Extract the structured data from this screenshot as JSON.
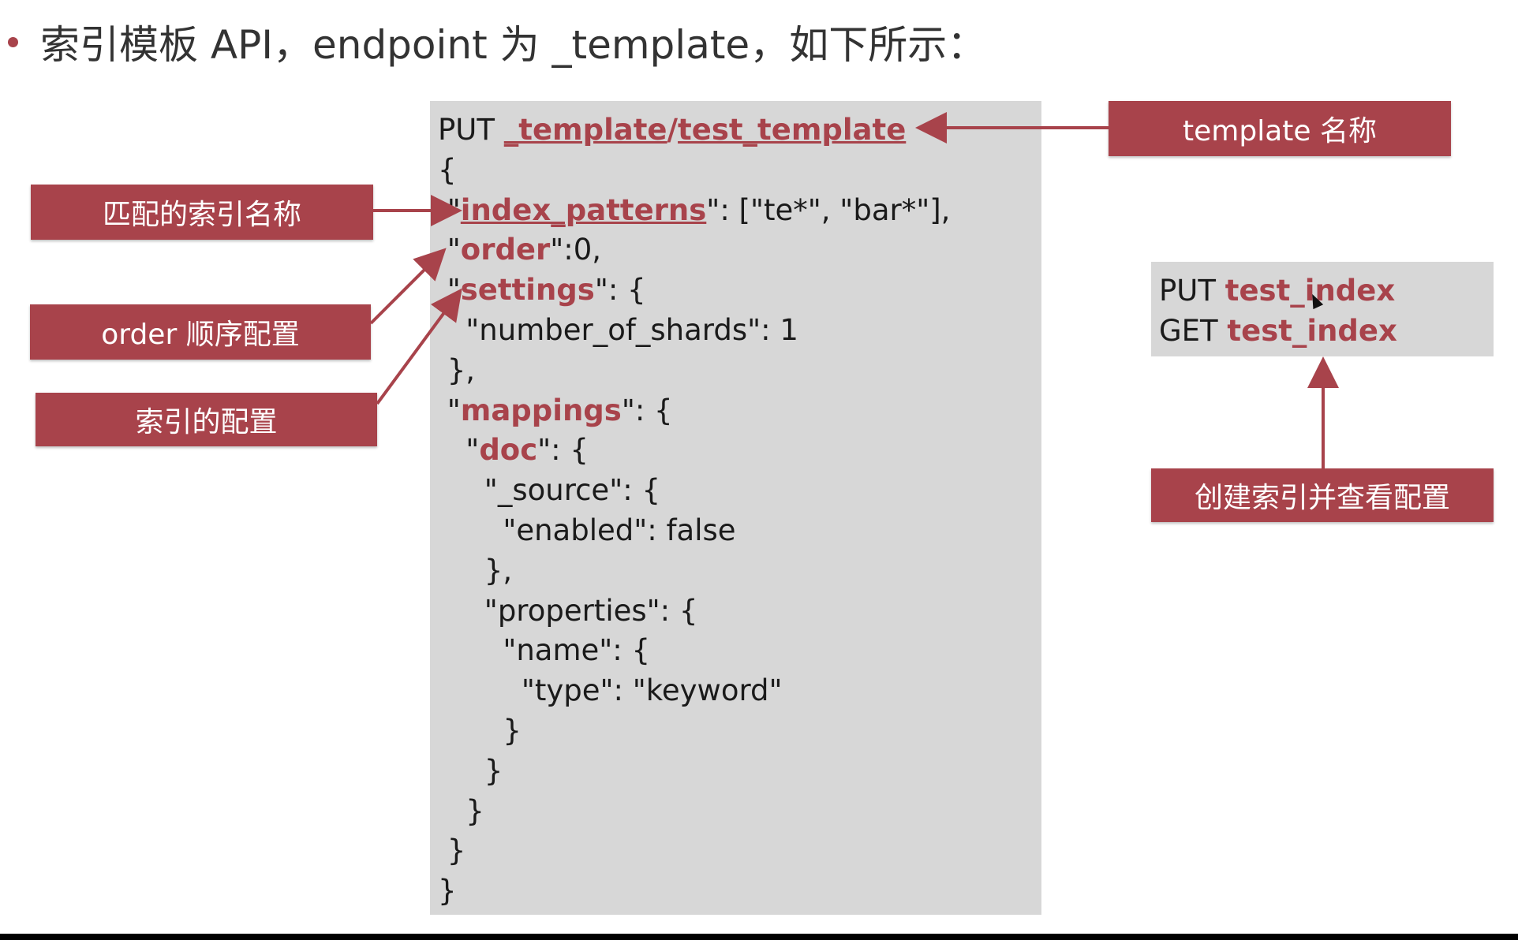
{
  "heading": {
    "text": "索引模板 API，endpoint 为 _template，如下所示："
  },
  "code": {
    "lines": [
      {
        "parts": [
          {
            "t": "PUT "
          },
          {
            "t": "_template",
            "c": "ul"
          },
          {
            "t": "/",
            "c": "hl"
          },
          {
            "t": "test_template",
            "c": "ul"
          }
        ]
      },
      {
        "parts": [
          {
            "t": "{"
          }
        ]
      },
      {
        "parts": [
          {
            "t": " \""
          },
          {
            "t": "index_patterns",
            "c": "ul"
          },
          {
            "t": "\": [\"te*\", \"bar*\"],"
          }
        ]
      },
      {
        "parts": [
          {
            "t": " \""
          },
          {
            "t": "order",
            "c": "key"
          },
          {
            "t": "\":0,"
          }
        ]
      },
      {
        "parts": [
          {
            "t": " \""
          },
          {
            "t": "settings",
            "c": "key"
          },
          {
            "t": "\": {"
          }
        ]
      },
      {
        "parts": [
          {
            "t": "   \"number_of_shards\": 1"
          }
        ]
      },
      {
        "parts": [
          {
            "t": " },"
          }
        ]
      },
      {
        "parts": [
          {
            "t": " \""
          },
          {
            "t": "mappings",
            "c": "key"
          },
          {
            "t": "\": {"
          }
        ]
      },
      {
        "parts": [
          {
            "t": "   \""
          },
          {
            "t": "doc",
            "c": "key"
          },
          {
            "t": "\": {"
          }
        ]
      },
      {
        "parts": [
          {
            "t": "     \"_source\": {"
          }
        ]
      },
      {
        "parts": [
          {
            "t": "       \"enabled\": false"
          }
        ]
      },
      {
        "parts": [
          {
            "t": "     },"
          }
        ]
      },
      {
        "parts": [
          {
            "t": "     \"properties\": {"
          }
        ]
      },
      {
        "parts": [
          {
            "t": "       \"name\": {"
          }
        ]
      },
      {
        "parts": [
          {
            "t": "         \"type\": \"keyword\""
          }
        ]
      },
      {
        "parts": [
          {
            "t": "       }"
          }
        ]
      },
      {
        "parts": [
          {
            "t": "     }"
          }
        ]
      },
      {
        "parts": [
          {
            "t": "   }"
          }
        ]
      },
      {
        "parts": [
          {
            "t": " }"
          }
        ]
      },
      {
        "parts": [
          {
            "t": "}"
          }
        ]
      }
    ]
  },
  "side_code": {
    "line1_method": "PUT ",
    "line1_target": "test_index",
    "line2_method": "GET ",
    "line2_target": "test_index"
  },
  "callouts": {
    "template_name": "template 名称",
    "index_patterns": "匹配的索引名称",
    "order": "order 顺序配置",
    "settings": "索引的配置",
    "create_index": "创建索引并查看配置"
  },
  "colors": {
    "accent": "#a8434b",
    "code_bg": "#d7d7d7"
  }
}
